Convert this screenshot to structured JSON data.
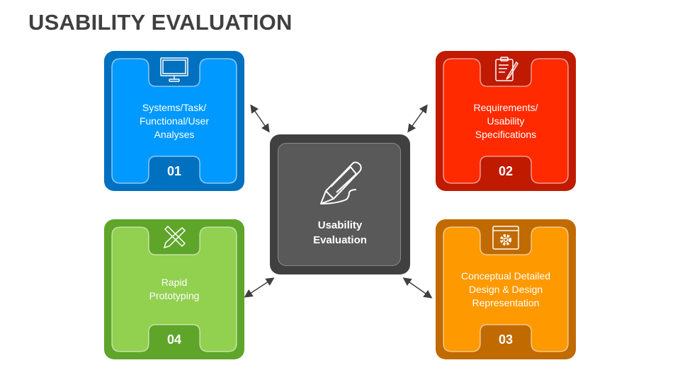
{
  "title": "USABILITY EVALUATION",
  "center": {
    "label": "Usability\nEvaluation",
    "icon": "pencil-signature-icon",
    "outer_color": "#404040",
    "inner_color": "#595959"
  },
  "steps": [
    {
      "number": "01",
      "label": "Systems/Task/\nFunctional/User\nAnalyses",
      "icon": "monitor-icon",
      "outer_color": "#0070c0",
      "inner_color": "#0099ff"
    },
    {
      "number": "02",
      "label": "Requirements/\nUsability\nSpecifications",
      "icon": "clipboard-pen-icon",
      "outer_color": "#c01a00",
      "inner_color": "#ff2a00"
    },
    {
      "number": "03",
      "label": "Conceptual Detailed\nDesign & Design\nRepresentation",
      "icon": "browser-gear-icon",
      "outer_color": "#c06a00",
      "inner_color": "#ff9900"
    },
    {
      "number": "04",
      "label": "Rapid\nPrototyping",
      "icon": "ruler-pencil-icon",
      "outer_color": "#5ea52a",
      "inner_color": "#92d050"
    }
  ]
}
